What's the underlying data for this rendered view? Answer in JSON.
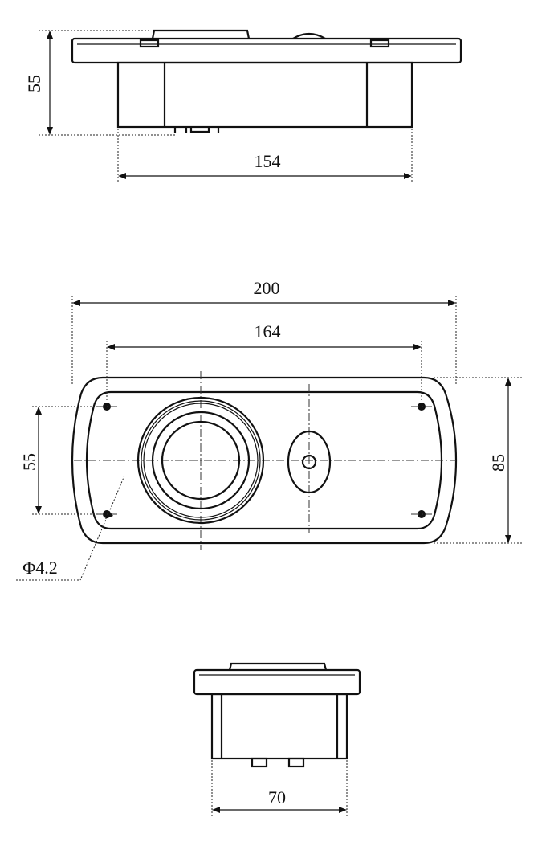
{
  "views": {
    "top_view": {
      "height_label": "55",
      "width_label": "154"
    },
    "front_view": {
      "overall_width_label": "200",
      "hole_spacing_label": "164",
      "hole_vertical_spacing_label": "55",
      "overall_height_label": "85",
      "hole_diameter_label": "Φ4.2"
    },
    "side_view": {
      "width_label": "70"
    }
  }
}
